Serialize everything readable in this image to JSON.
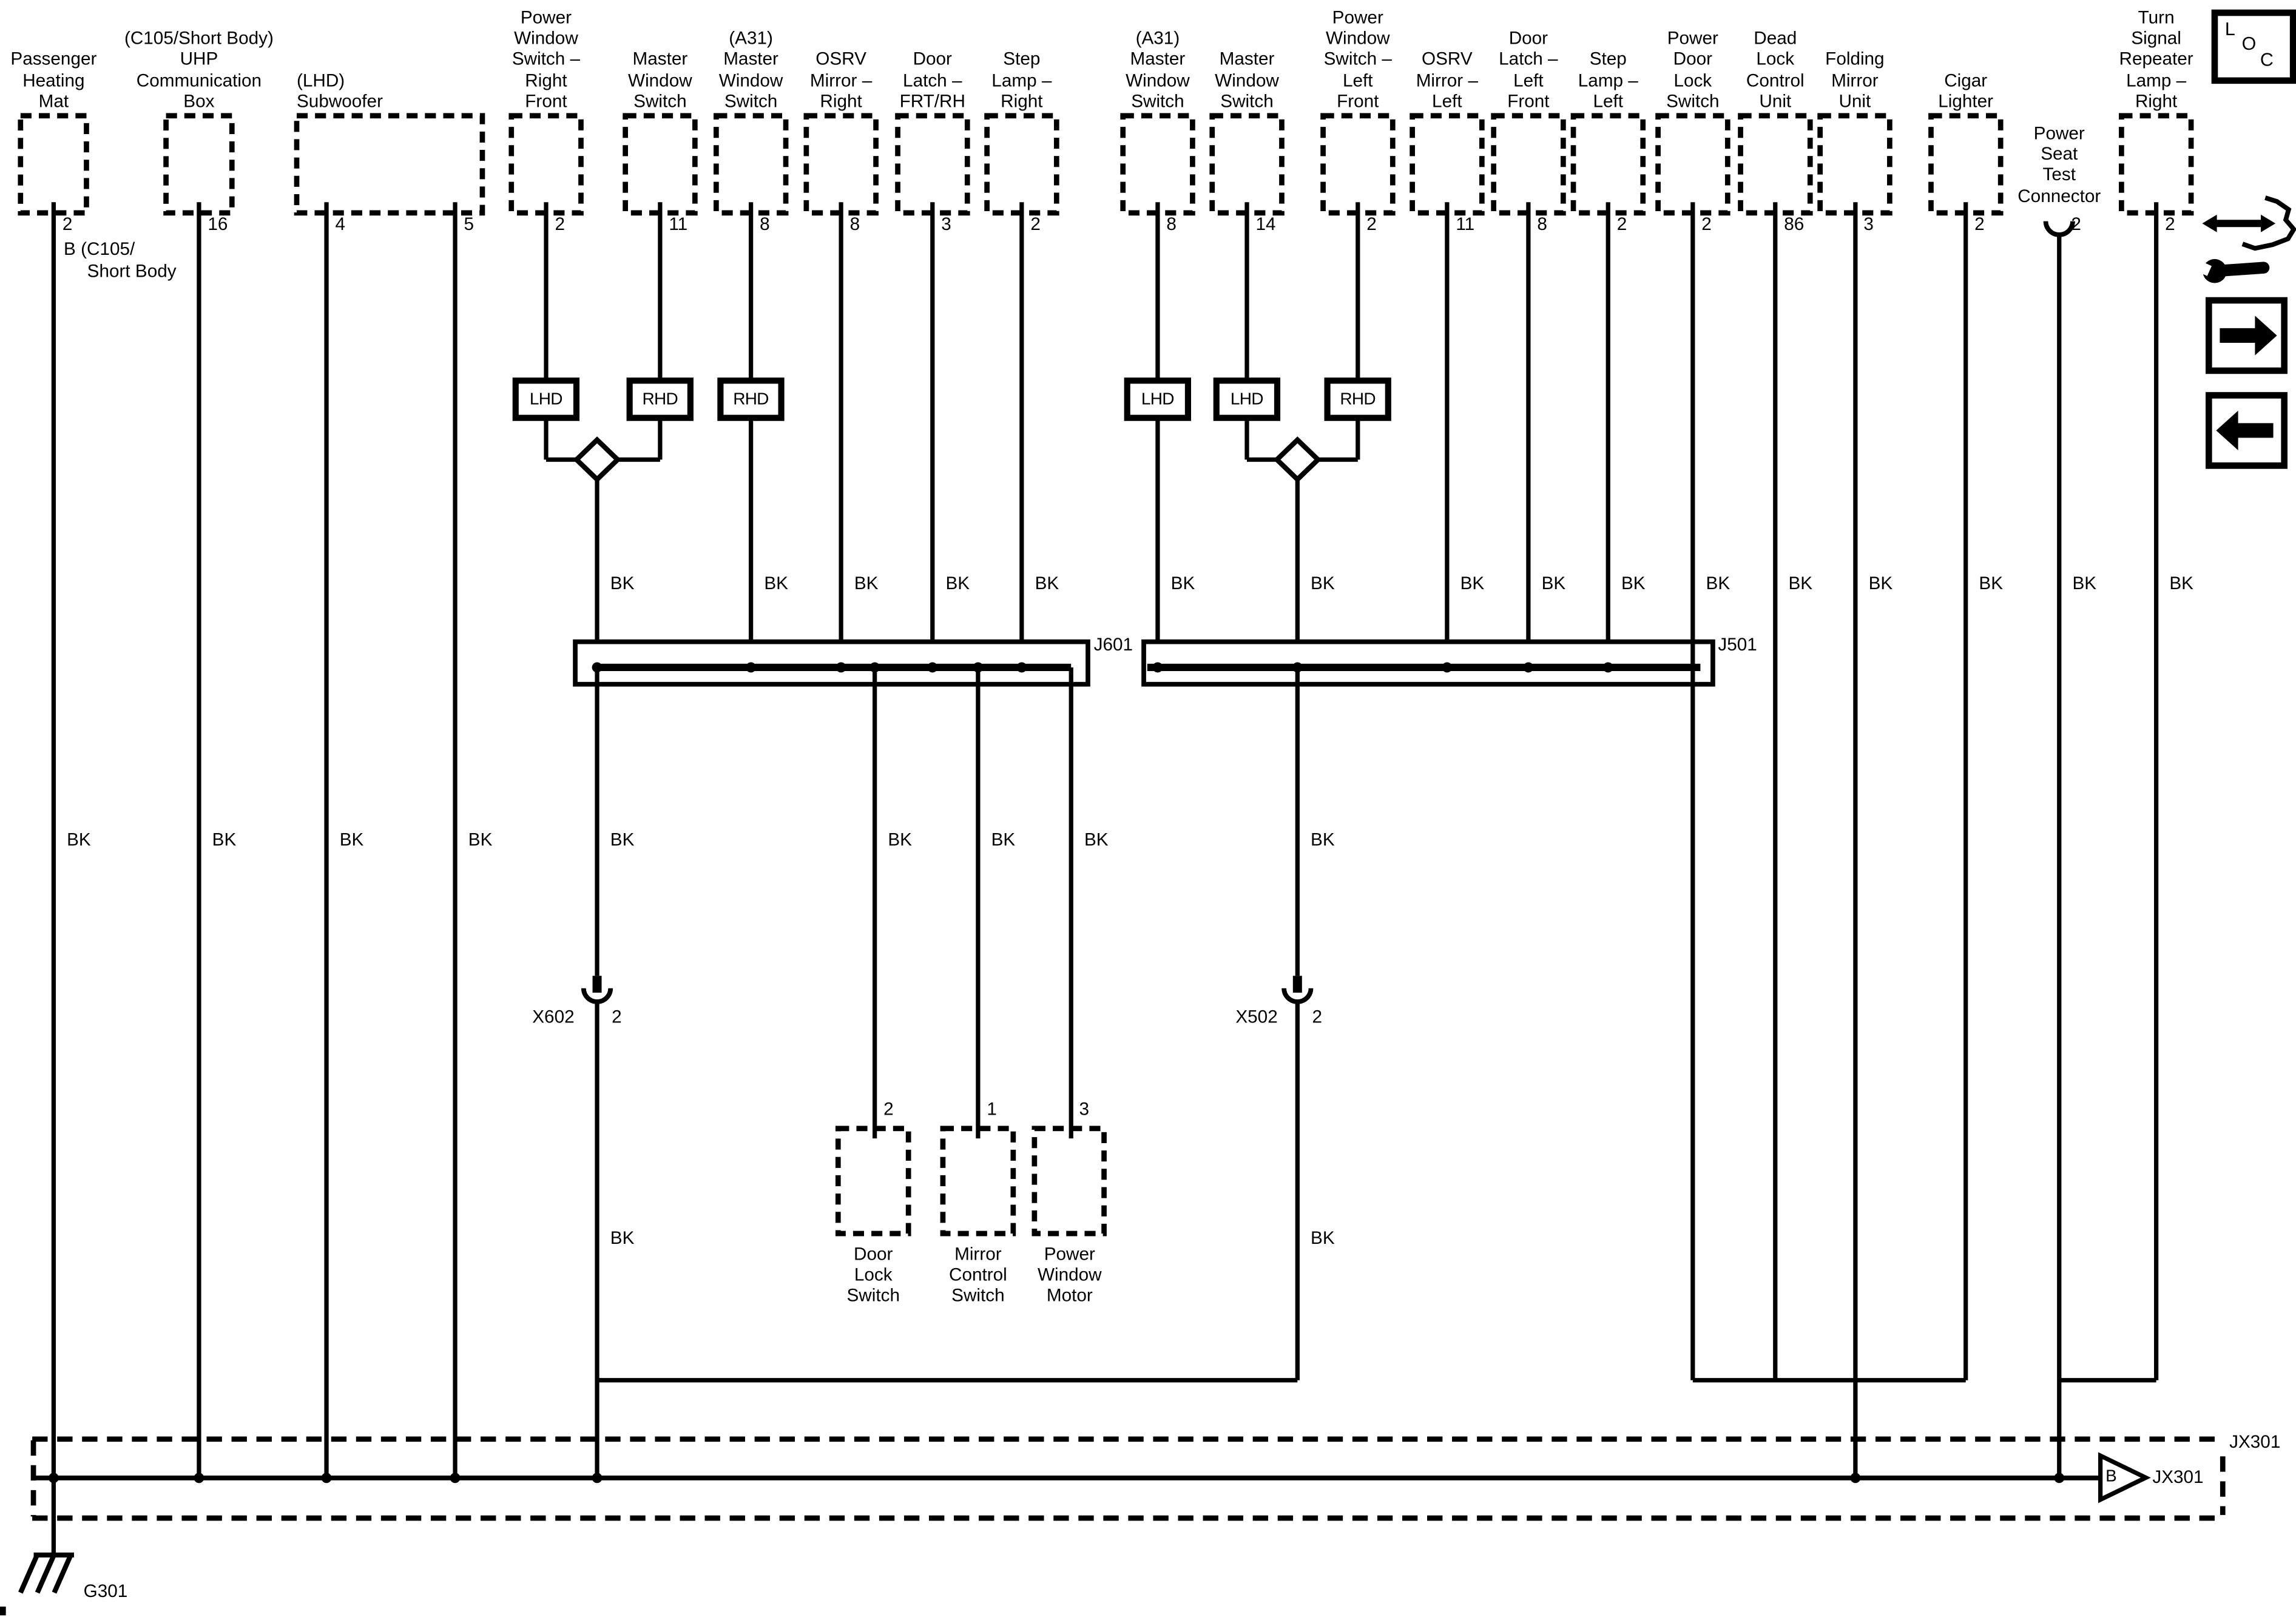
{
  "wire_color": "BK",
  "connectors": [
    {
      "label": "Passenger\nHeating\nMat",
      "pins": [
        "2"
      ]
    },
    {
      "label": "(C105/Short Body)\nUHP\nCommunication\nBox",
      "pins": [
        "16"
      ]
    },
    {
      "label": "(LHD)\nSubwoofer",
      "pins": [
        "4",
        "5"
      ]
    },
    {
      "label": "Power\nWindow\nSwitch –\nRight\nFront",
      "pins": [
        "2"
      ]
    },
    {
      "label": "Master\nWindow\nSwitch",
      "pins": [
        "11"
      ]
    },
    {
      "label": "(A31)\nMaster\nWindow\nSwitch",
      "pins": [
        "8"
      ]
    },
    {
      "label": "OSRV\nMirror –\nRight",
      "pins": [
        "8"
      ]
    },
    {
      "label": "Door\nLatch –\nFRT/RH",
      "pins": [
        "3"
      ]
    },
    {
      "label": "Step\nLamp –\nRight",
      "pins": [
        "2"
      ]
    },
    {
      "label": "(A31)\nMaster\nWindow\nSwitch",
      "pins": [
        "8"
      ]
    },
    {
      "label": "Master\nWindow\nSwitch",
      "pins": [
        "14"
      ]
    },
    {
      "label": "Power\nWindow\nSwitch –\nLeft\nFront",
      "pins": [
        "2"
      ]
    },
    {
      "label": "OSRV\nMirror –\nLeft",
      "pins": [
        "11"
      ]
    },
    {
      "label": "Door\nLatch –\nLeft\nFront",
      "pins": [
        "8"
      ]
    },
    {
      "label": "Step\nLamp –\nLeft",
      "pins": [
        "2"
      ]
    },
    {
      "label": "Power\nDoor\nLock\nSwitch",
      "pins": [
        "2"
      ]
    },
    {
      "label": "Dead\nLock\nControl\nUnit",
      "pins": [
        "86"
      ]
    },
    {
      "label": "Folding\nMirror\nUnit",
      "pins": [
        "3"
      ]
    },
    {
      "label": "Cigar\nLighter",
      "pins": [
        "2"
      ]
    },
    {
      "label": "Power\nSeat\nTest\nConnector",
      "pins": [
        "2"
      ]
    },
    {
      "label": "Turn\nSignal\nRepeater\nLamp –\nRight",
      "pins": [
        "2"
      ]
    }
  ],
  "splices": [
    "LHD",
    "RHD",
    "RHD",
    "LHD",
    "LHD",
    "RHD"
  ],
  "junction_bars": {
    "j601": "J601",
    "j501": "J501"
  },
  "inline_connectors": {
    "x602": {
      "label": "X602",
      "pin": "2"
    },
    "x502": {
      "label": "X502",
      "pin": "2"
    }
  },
  "bottom_components": [
    {
      "label": "Door\nLock\nSwitch",
      "pin": "2"
    },
    {
      "label": "Mirror\nControl\nSwitch",
      "pin": "1"
    },
    {
      "label": "Power\nWindow\nMotor",
      "pin": "3"
    }
  ],
  "bus": {
    "corner_label": "JX301",
    "connector_tag": "B",
    "connector_label": "JX301"
  },
  "ground": {
    "label": "G301"
  },
  "note": {
    "line1": "B (C105/",
    "line2": "Short Body"
  },
  "icons": {
    "loc_letters": [
      "L",
      "O",
      "C"
    ]
  }
}
